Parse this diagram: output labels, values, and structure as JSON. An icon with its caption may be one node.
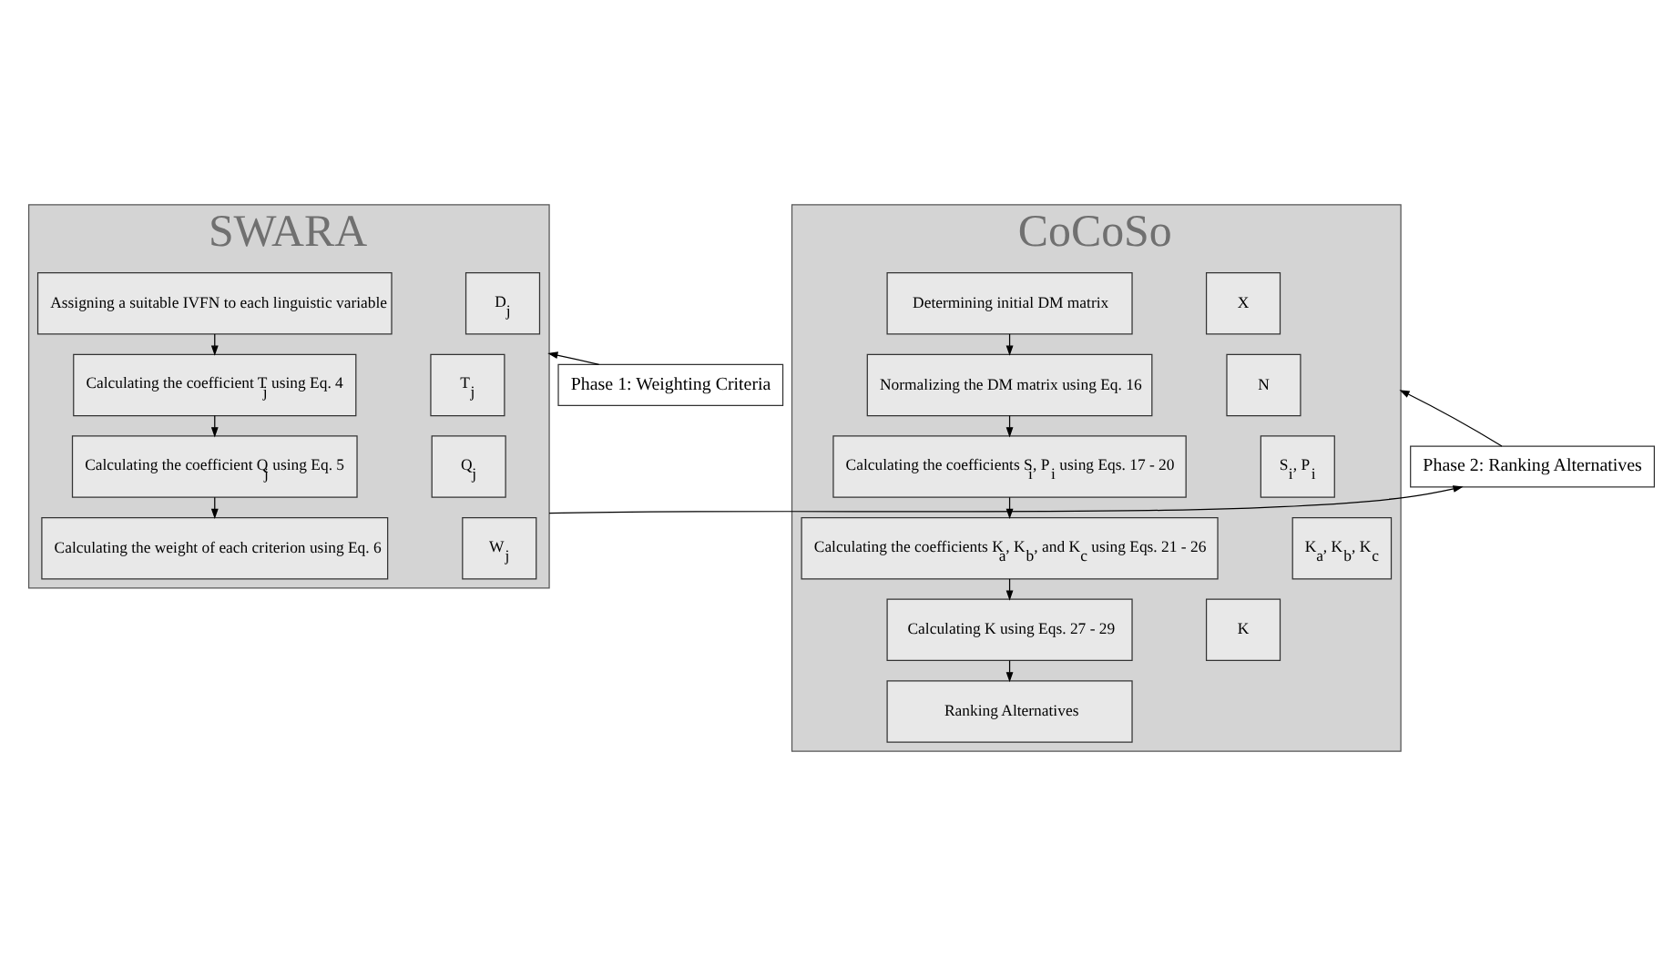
{
  "diagram": {
    "nodes": [
      {
        "text": [
          "Phase 1: Weighting Criteria"
        ]
      },
      {
        "text": [
          "SWARA"
        ]
      },
      {
        "text": [
          "Assigning a suitable IVFN to each linguistic variable"
        ],
        "in": 1
      },
      {
        "text": [
          "D$_{j}$"
        ],
        "in": 1
      },
      {
        "text": [
          "Calculating the coefficient T$_{j}$ using Eq. 4"
        ],
        "in": 1
      },
      {
        "text": [
          "T$_{j}$"
        ],
        "in": 1
      },
      {
        "text": [
          "Calculating the coefficient Q$_{j}$ using Eq. 5"
        ],
        "in": 1
      },
      {
        "text": [
          "Q$_{j}$"
        ],
        "in": 1
      },
      {
        "text": [
          "Calculating the weight of each criterion using Eq. 6"
        ],
        "in": 1
      },
      {
        "text": [
          "W$_{j}$"
        ],
        "in": 1
      },
      {
        "text": [
          "Phase 2: Ranking Alternatives"
        ]
      },
      {
        "text": [
          "CoCoSo"
        ]
      },
      {
        "text": [
          "Determining initial DM matrix"
        ],
        "in": 11
      },
      {
        "text": [
          "X"
        ],
        "in": 11
      },
      {
        "text": [
          "Normalizing the DM matrix using Eq. 16"
        ],
        "in": 11
      },
      {
        "text": [
          "N"
        ],
        "in": 11
      },
      {
        "text": [
          "Calculating the coefficients S$_{i}$, P$_{i}$ using Eqs. 17 - 20"
        ],
        "in": 11
      },
      {
        "text": [
          "S$_{i}$, P$_{i}$"
        ],
        "in": 11
      },
      {
        "text": [
          "Calculating the coefficients K$_{a}$, K$_{b}$, and K$_{c}$ using Eqs. 21 - 26"
        ],
        "in": 11
      },
      {
        "text": [
          "K$_{a}$, K$_{b}$, K$_{c}$"
        ],
        "in": 11
      },
      {
        "text": [
          "Calculating K using Eqs. 27 - 29"
        ],
        "in": 11
      },
      {
        "text": [
          "K"
        ],
        "in": 11
      },
      {
        "text": [
          "Ranking Alternatives"
        ],
        "in": 11
      }
    ],
    "edges": [
      {
        "from": 0,
        "to": 1,
        "arrow": "to"
      },
      {
        "from": 2,
        "to": 4,
        "arrow": "to"
      },
      {
        "from": 4,
        "to": 6,
        "arrow": "to"
      },
      {
        "from": 6,
        "to": 8,
        "arrow": "to"
      },
      {
        "from": 1,
        "to": 10,
        "arrow": "to"
      },
      {
        "from": 10,
        "to": 11,
        "arrow": "to"
      },
      {
        "from": 12,
        "to": 14,
        "arrow": "to"
      },
      {
        "from": 14,
        "to": 16,
        "arrow": "to"
      },
      {
        "from": 16,
        "to": 18,
        "arrow": "to"
      },
      {
        "from": 18,
        "to": 20,
        "arrow": "to"
      },
      {
        "from": 20,
        "to": 22,
        "arrow": "to"
      }
    ]
  }
}
